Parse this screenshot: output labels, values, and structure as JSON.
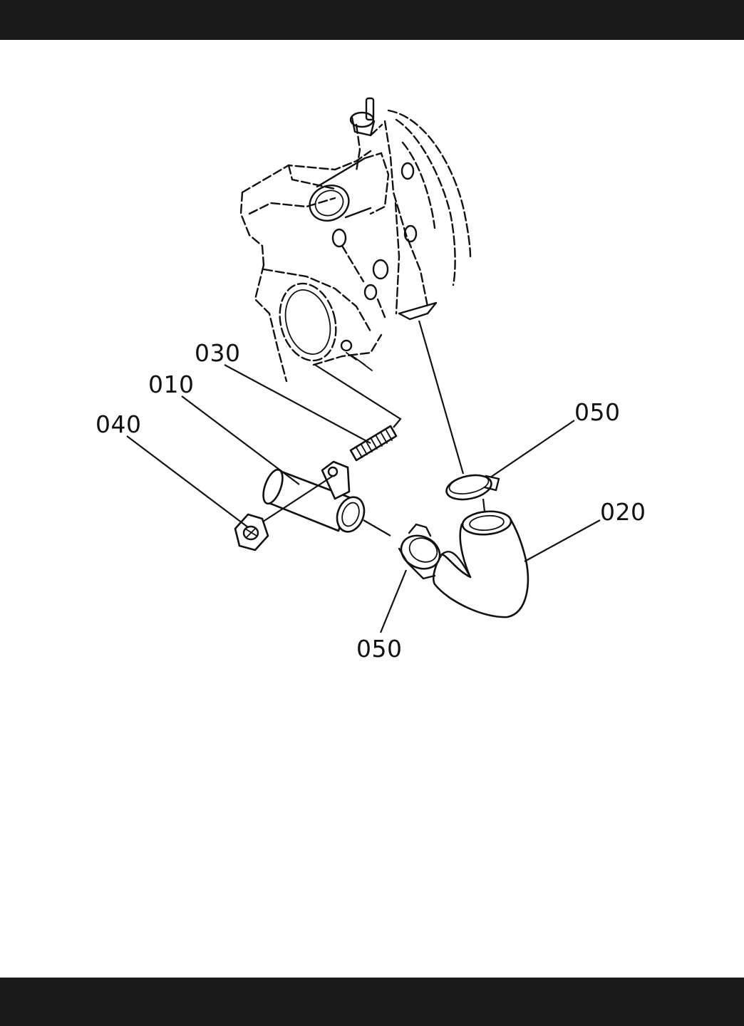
{
  "colors": {
    "bar": "#1a1a1a",
    "ink": "#111111",
    "background": "#ffffff"
  },
  "diagram": {
    "callouts": {
      "c030": "030",
      "c010": "010",
      "c040": "040",
      "c050_upper": "050",
      "c020": "020",
      "c050_lower": "050"
    }
  }
}
